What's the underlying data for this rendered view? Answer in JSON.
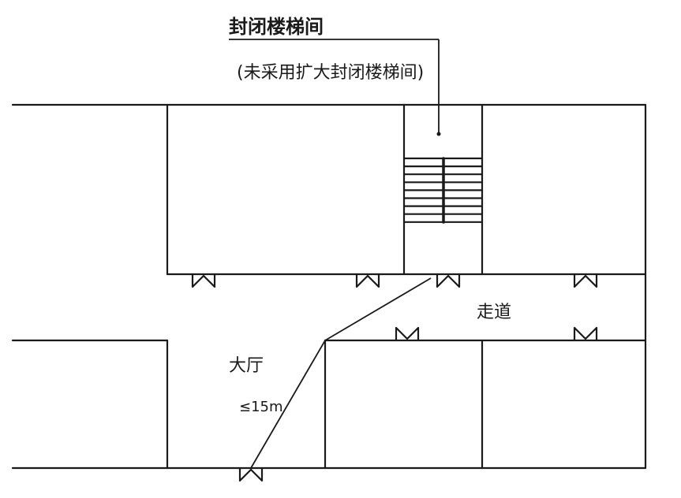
{
  "labels": {
    "title": "封闭楼梯间",
    "subtitle": "(未采用扩大封闭楼梯间)",
    "corridor": "走道",
    "hall": "大厅",
    "distance": "≤15m"
  },
  "colors": {
    "line": "#1a1a1a",
    "background": "#ffffff"
  }
}
